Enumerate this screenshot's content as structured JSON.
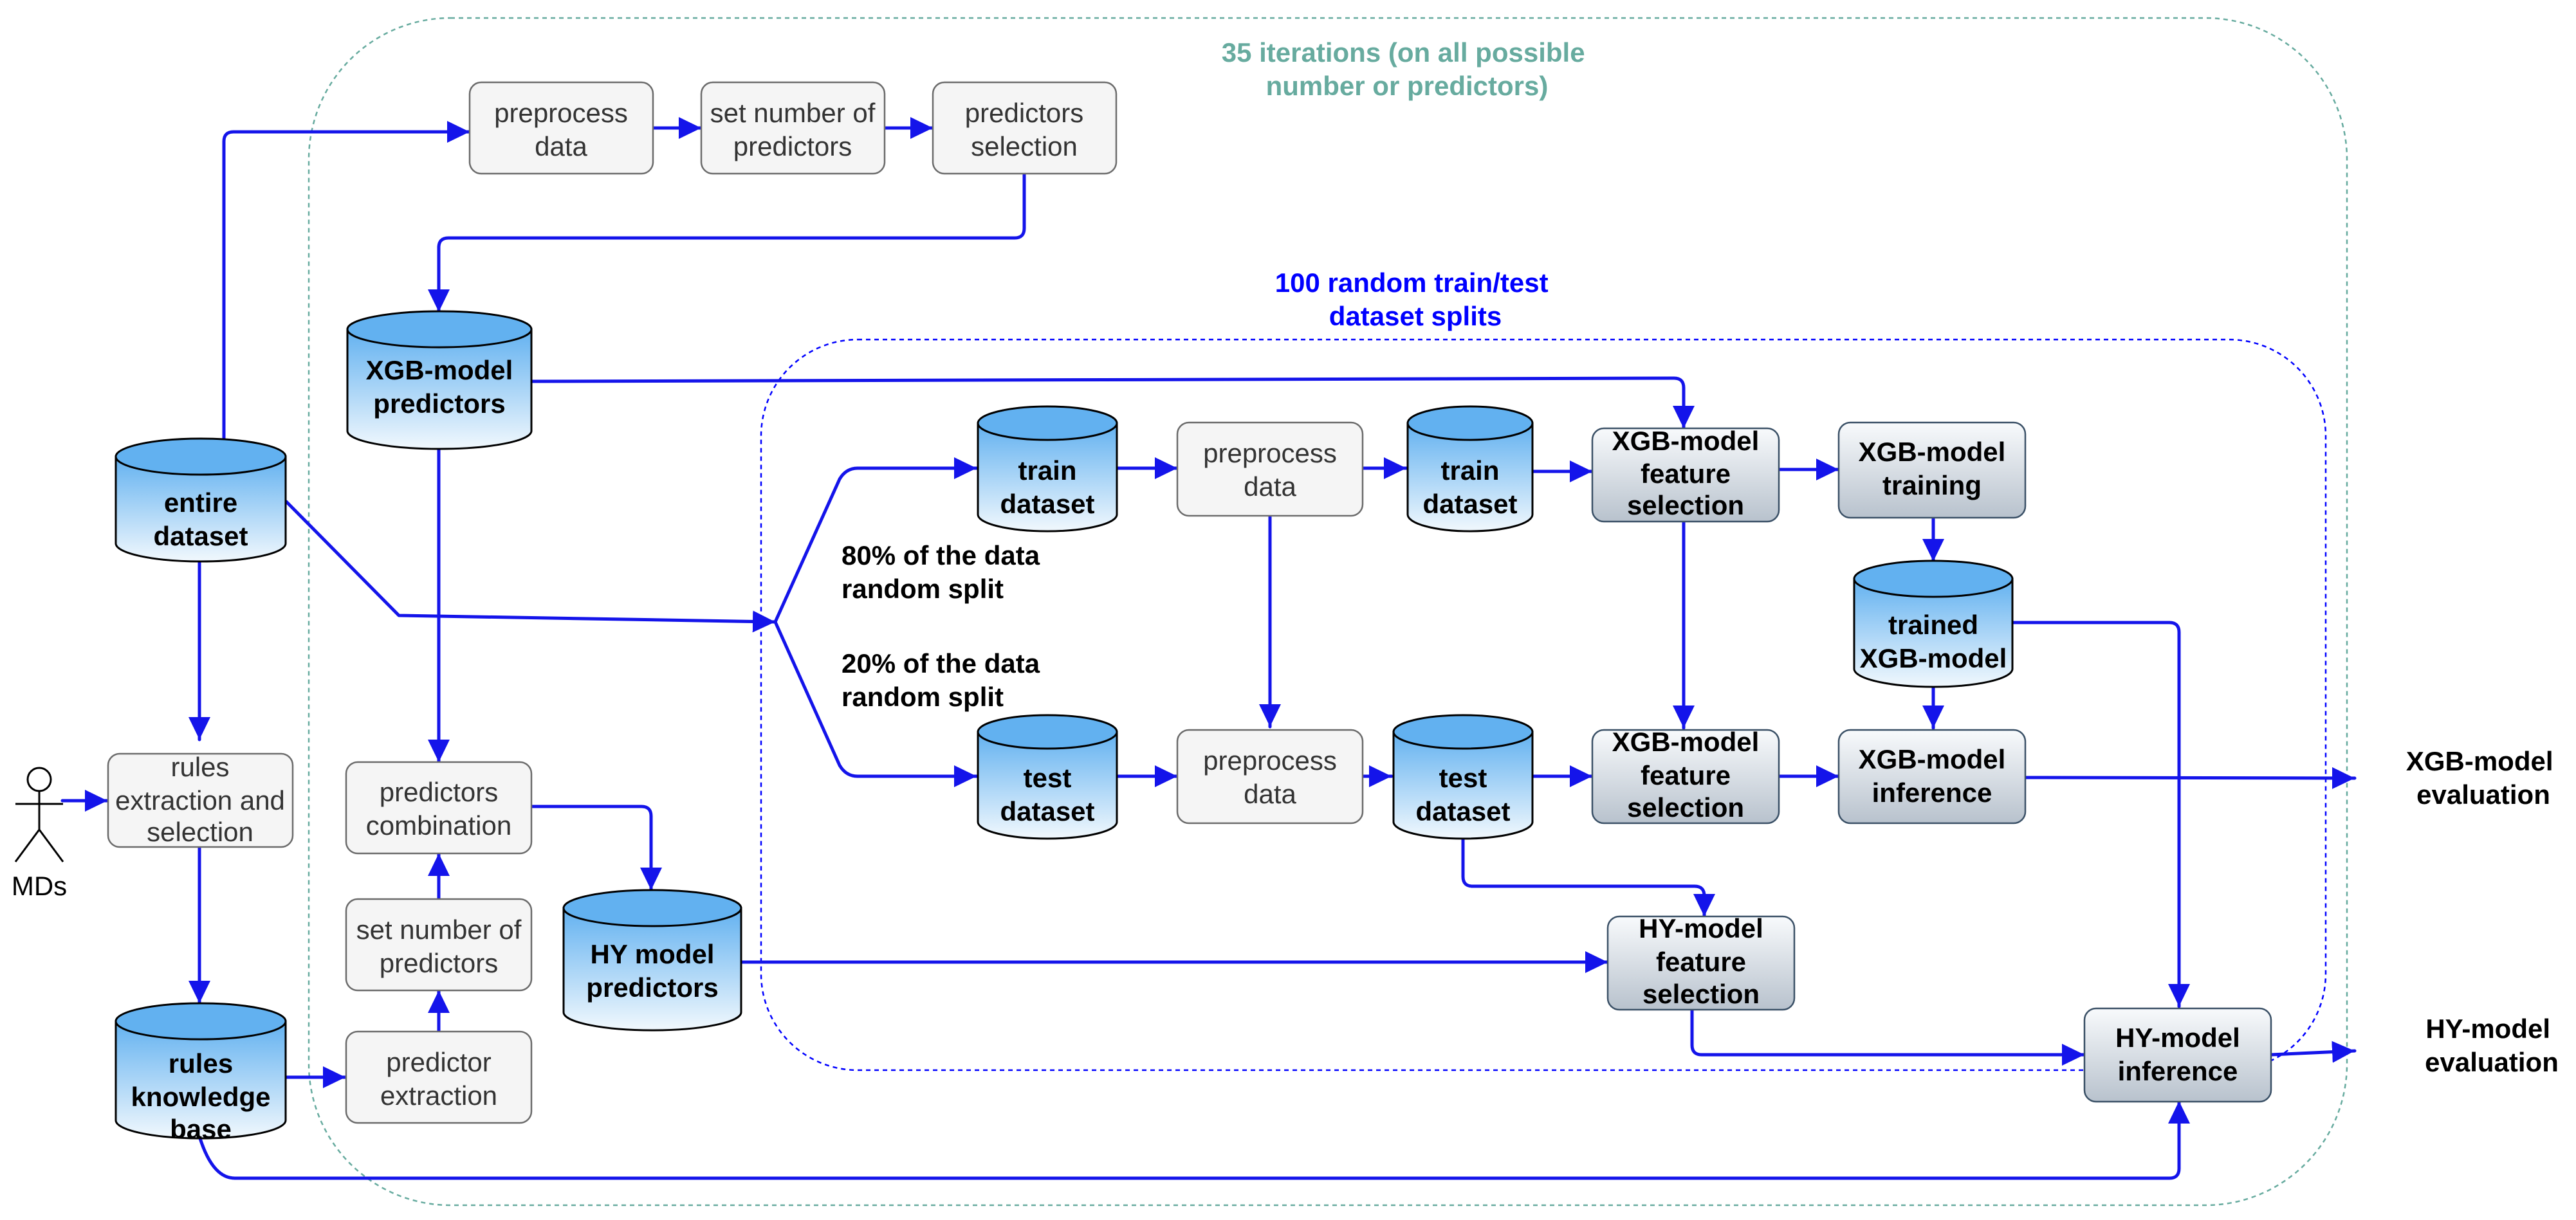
{
  "outer_loop_label": [
    "35 iterations (on all possible",
    "number or predictors)"
  ],
  "inner_loop_label": [
    "100 random train/test",
    "dataset splits"
  ],
  "actor_label": "MDs",
  "nodes": {
    "entire_dataset": [
      "entire",
      "dataset"
    ],
    "rules_extraction": [
      "rules",
      "extraction and",
      "selection"
    ],
    "rules_kb": [
      "rules",
      "knowledge",
      "base"
    ],
    "preprocess_top": [
      "preprocess",
      "data"
    ],
    "set_number_top": [
      "set number of",
      "predictors"
    ],
    "predictors_selection": [
      "predictors",
      "selection"
    ],
    "xgb_predictors": [
      "XGB-model",
      "predictors"
    ],
    "predictors_combination": [
      "predictors",
      "combination"
    ],
    "set_number_bottom": [
      "set number of",
      "predictors"
    ],
    "predictor_extraction": [
      "predictor",
      "extraction"
    ],
    "hy_predictors": [
      "HY model",
      "predictors"
    ],
    "train_dataset_1": [
      "train",
      "dataset"
    ],
    "preprocess_train": [
      "preprocess",
      "data"
    ],
    "train_dataset_2": [
      "train",
      "dataset"
    ],
    "xgb_fs_train": [
      "XGB-model",
      "feature",
      "selection"
    ],
    "xgb_training": [
      "XGB-model",
      "training"
    ],
    "trained_xgb": [
      "trained",
      "XGB-model"
    ],
    "test_dataset_1": [
      "test",
      "dataset"
    ],
    "preprocess_test": [
      "preprocess",
      "data"
    ],
    "test_dataset_2": [
      "test",
      "dataset"
    ],
    "xgb_fs_test": [
      "XGB-model",
      "feature",
      "selection"
    ],
    "xgb_inference": [
      "XGB-model",
      "inference"
    ],
    "hy_fs": [
      "HY-model",
      "feature",
      "selection"
    ],
    "hy_inference": [
      "HY-model",
      "inference"
    ]
  },
  "split_labels": {
    "train": [
      "80% of the data",
      "random split"
    ],
    "test": [
      "20% of the data",
      "random split"
    ]
  },
  "outputs": {
    "xgb": [
      "XGB-model",
      "evaluation"
    ],
    "hy": [
      "HY-model",
      "evaluation"
    ]
  },
  "colors": {
    "arrow": "#1414ea",
    "outer_loop": "#67ab9f",
    "inner_loop": "#0000ff",
    "cylinder_top": "#62b1f0",
    "cylinder_bottom": "#f1f8fd",
    "process_box": "#f5f5f5",
    "model_box_top": "#f8fafc",
    "model_box_bottom": "#b8c2cd"
  }
}
